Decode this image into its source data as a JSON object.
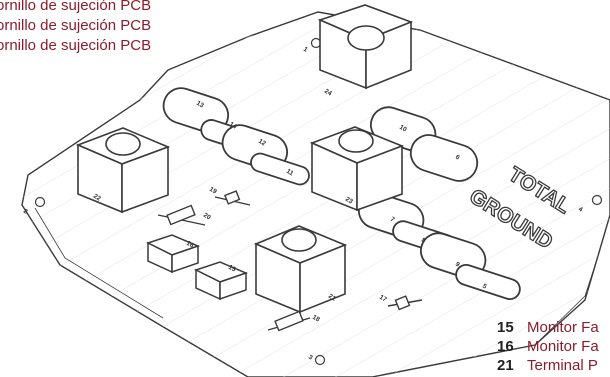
{
  "legend_top": [
    "ornillo de sujeción PCB",
    "ornillo de sujeción PCB",
    "ornillo de sujeción PCB"
  ],
  "legend_bottom": [
    {
      "num": "15",
      "label": "Monitor Fa"
    },
    {
      "num": "16",
      "label": "Monitor Fa"
    },
    {
      "num": "21",
      "label": "Terminal P"
    }
  ],
  "board_text": {
    "brand_line1": "TOTAL",
    "brand_line2": "GROUND"
  },
  "part_labels": {
    "p1": "1",
    "p2": "2",
    "p3": "3",
    "p4": "4",
    "p5": "5",
    "p6": "6",
    "p7": "7",
    "p8": "8",
    "p9": "9",
    "p10": "10",
    "p11": "11",
    "p12": "12",
    "p13": "13",
    "p14": "14",
    "p15": "15",
    "p16": "16",
    "p17": "17",
    "p18": "18",
    "p19": "19",
    "p20": "20",
    "p21": "21",
    "p22": "22",
    "p23": "23",
    "p24": "24"
  },
  "colors": {
    "legend_text": "#8c1c2b",
    "outline": "#3a3a3a",
    "hatch": "#dddddd"
  }
}
